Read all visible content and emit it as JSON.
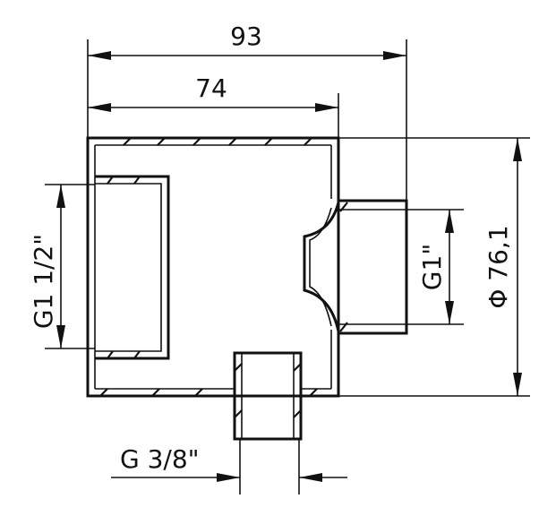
{
  "dimensions": {
    "overall_width": "93",
    "body_width": "74",
    "inlet_thread": "G1 1/2\"",
    "outlet_thread": "G1\"",
    "diameter": "Φ 76,1",
    "drain_thread": "G 3/8\""
  }
}
